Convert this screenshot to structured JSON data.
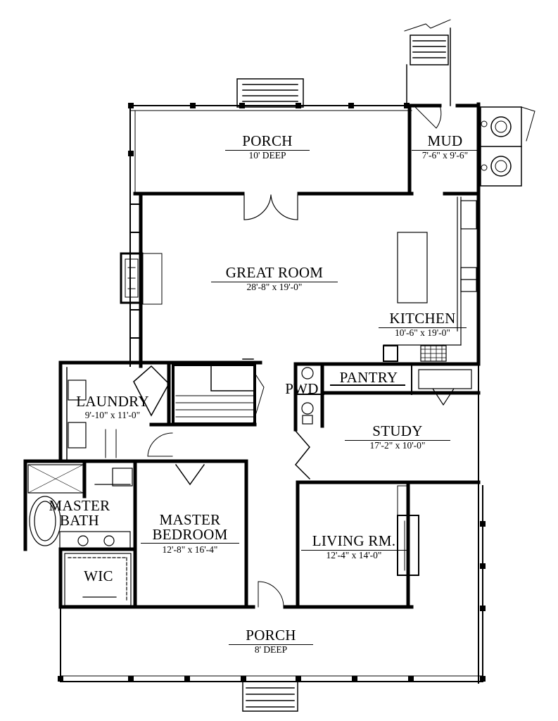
{
  "rooms": {
    "porch_back": {
      "name": "PORCH",
      "size": "10' DEEP"
    },
    "mud": {
      "name": "MUD",
      "size": "7'-6\" x 9'-6\""
    },
    "great_room": {
      "name": "GREAT ROOM",
      "size": "28'-8\" x 19'-0\""
    },
    "kitchen": {
      "name": "KITCHEN",
      "size": "10'-6\" x 19'-0\""
    },
    "pantry": {
      "name": "PANTRY"
    },
    "pwd": {
      "name": "PWD"
    },
    "laundry": {
      "name": "LAUNDRY",
      "size": "9'-10\" x 11'-0\""
    },
    "study": {
      "name": "STUDY",
      "size": "17'-2\" x 10'-0\""
    },
    "master_bath": {
      "name_line1": "MASTER",
      "name_line2": "BATH"
    },
    "master_bed": {
      "name_line1": "MASTER",
      "name_line2": "BEDROOM",
      "size": "12'-8\" x 16'-4\""
    },
    "living": {
      "name": "LIVING RM.",
      "size": "12'-4\" x 14'-0\""
    },
    "wic": {
      "name": "WIC"
    },
    "porch_front": {
      "name": "PORCH",
      "size": "8' DEEP"
    }
  },
  "colors": {
    "wall": "#000000",
    "background": "#ffffff"
  }
}
